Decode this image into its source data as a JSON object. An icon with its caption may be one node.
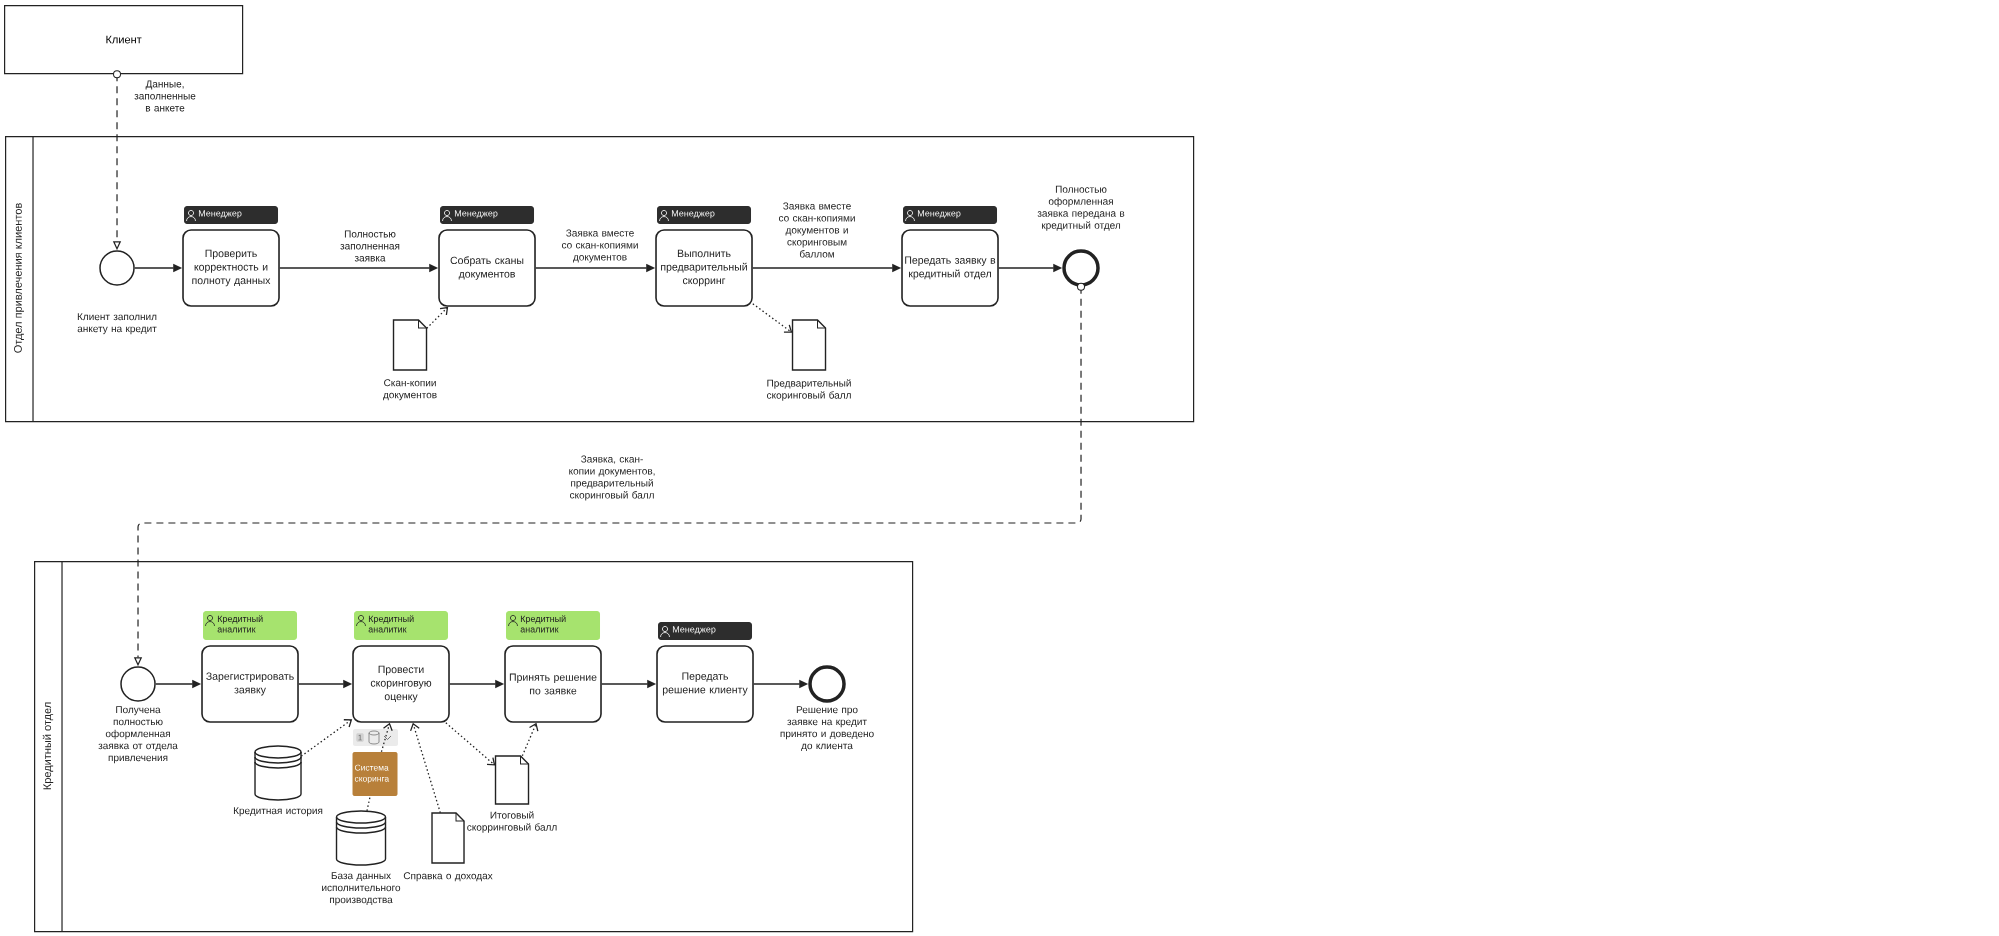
{
  "diagram": {
    "nodes": [
      {
        "text": [
          "Клиент"
        ]
      },
      {
        "text": [
          "Отдел привлечения клиентов"
        ]
      },
      {
        "text": [],
        "shape": "circle",
        "in": 1,
        "beside": [
          "Клиент заполнил анкету на кредит"
        ]
      },
      {
        "text": [
          "Менеджер",
          "Проверить корректность и полноту данных"
        ],
        "in": 1
      },
      {
        "text": [
          "Менеджер",
          "Собрать сканы документов"
        ],
        "in": 1
      },
      {
        "text": [
          "Менеджер",
          "Выполнить предварительный скорринг"
        ],
        "in": 1
      },
      {
        "text": [
          "Менеджер",
          "Передать заявку в кредитный отдел"
        ],
        "in": 1
      },
      {
        "text": [],
        "shape": "circle",
        "in": 1,
        "beside": [
          "Полностью оформленная заявка передана в кредитный отдел"
        ]
      },
      {
        "text": [],
        "shape": "document",
        "in": 1,
        "beside": [
          "Скан-копии документов"
        ]
      },
      {
        "text": [],
        "shape": "document",
        "in": 1,
        "beside": [
          "Предварительный скоринговый балл"
        ]
      },
      {
        "text": [
          "Кредитный отдел"
        ]
      },
      {
        "text": [],
        "shape": "circle",
        "in": 10,
        "beside": [
          "Получена полностью оформленная заявка от отдела привлечения"
        ]
      },
      {
        "text": [
          "Кредитный аналитик",
          "Зарегистрировать заявку"
        ],
        "in": 10
      },
      {
        "text": [
          "Кредитный аналитик",
          "Провести скоринговую оценку"
        ],
        "in": 10
      },
      {
        "text": [
          "Кредитный аналитик",
          "Принять решение по заявке"
        ],
        "in": 10
      },
      {
        "text": [
          "Менеджер",
          "Передать решение клиенту"
        ],
        "in": 10
      },
      {
        "text": [],
        "shape": "circle",
        "in": 10,
        "beside": [
          "Решение про заявке на кредит принято и доведено до клиента"
        ]
      },
      {
        "text": [],
        "shape": "cylinder",
        "in": 10,
        "beside": [
          "Кредитная история"
        ]
      },
      {
        "text": [
          "Система скоринга"
        ],
        "in": 10
      },
      {
        "text": [],
        "shape": "cylinder",
        "in": 10,
        "beside": [
          "База данных исполнительного производства"
        ]
      },
      {
        "text": [],
        "shape": "document",
        "in": 10,
        "beside": [
          "Справка о доходах"
        ]
      },
      {
        "text": [],
        "shape": "document",
        "in": 10,
        "beside": [
          "Итоговый скорринговый балл"
        ]
      }
    ],
    "edges": [
      {
        "from": 0,
        "to": 2,
        "arrow": "to",
        "style": "dashed",
        "label": "Данные, заполненные в анкете"
      },
      {
        "from": 2,
        "to": 3,
        "arrow": "to"
      },
      {
        "from": 3,
        "to": 4,
        "arrow": "to",
        "label": "Полностью заполненная заявка"
      },
      {
        "from": 4,
        "to": 5,
        "arrow": "to",
        "label": "Заявка вместе со скан-копиями документов"
      },
      {
        "from": 5,
        "to": 6,
        "arrow": "to",
        "label": "Заявка вместе со скан-копиями документов и скоринговым баллом"
      },
      {
        "from": 6,
        "to": 7,
        "arrow": "to"
      },
      {
        "from": 8,
        "to": 4,
        "arrow": "to",
        "style": "dashed"
      },
      {
        "from": 5,
        "to": 9,
        "arrow": "to",
        "style": "dashed"
      },
      {
        "from": 7,
        "to": 11,
        "arrow": "to",
        "style": "dashed",
        "label": "Заявка, скан-копии документов, предварительный скоринговый балл"
      },
      {
        "from": 11,
        "to": 12,
        "arrow": "to"
      },
      {
        "from": 12,
        "to": 13,
        "arrow": "to"
      },
      {
        "from": 13,
        "to": 14,
        "arrow": "to"
      },
      {
        "from": 14,
        "to": 15,
        "arrow": "to"
      },
      {
        "from": 15,
        "to": 16,
        "arrow": "to"
      },
      {
        "from": 17,
        "to": 13,
        "arrow": "to",
        "style": "dashed"
      },
      {
        "from": 18,
        "to": 13,
        "arrow": "to",
        "style": "dashed"
      },
      {
        "from": 19,
        "to": 18,
        "arrow": "none",
        "style": "dashed"
      },
      {
        "from": 20,
        "to": 13,
        "arrow": "to",
        "style": "dashed"
      },
      {
        "from": 13,
        "to": 21,
        "arrow": "to",
        "style": "dashed"
      },
      {
        "from": 21,
        "to": 14,
        "arrow": "to",
        "style": "dashed"
      }
    ],
    "labels": [
      "1"
    ]
  }
}
